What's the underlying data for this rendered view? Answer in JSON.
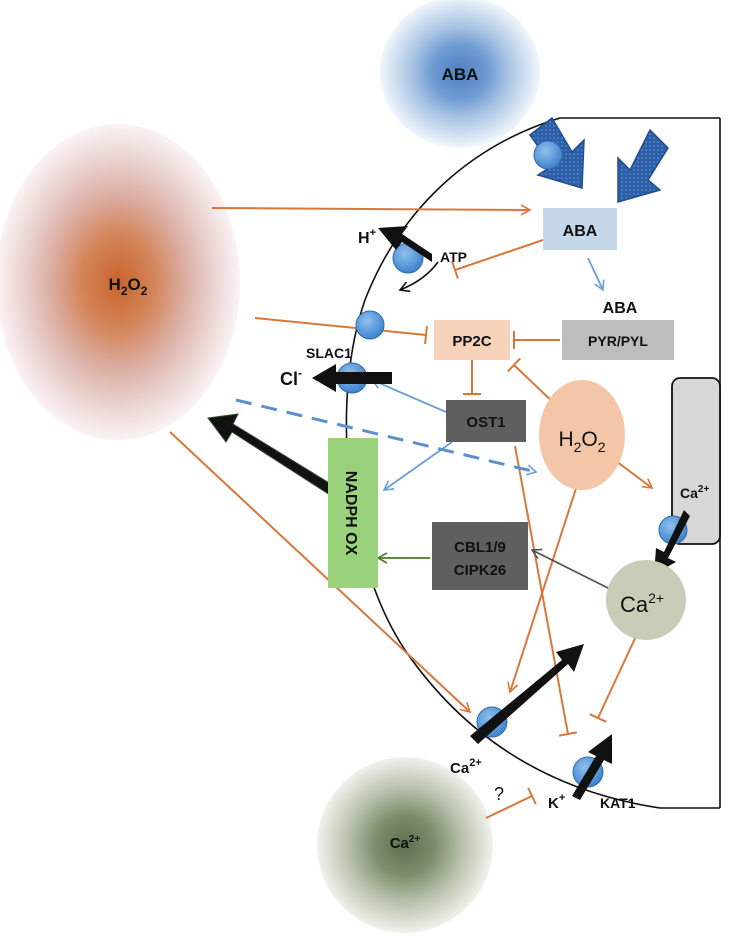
{
  "diagram": {
    "aba_source": {
      "label": "ABA"
    },
    "h2o2_source": {
      "label": "H",
      "sub": "2",
      "mid": "O",
      "sub2": "2"
    },
    "ca_source": {
      "label": "Ca",
      "sup": "2+"
    },
    "aba_box": {
      "label": "ABA"
    },
    "aba_receptor": {
      "top": "ABA",
      "label": "PYR/PYL"
    },
    "pp2c": {
      "label": "PP2C"
    },
    "ost1": {
      "label": "OST1"
    },
    "nadph": {
      "label": "NADPH OX"
    },
    "cbl": {
      "line1": "CBL1/9",
      "line2": "CIPK26"
    },
    "h2o2_cell": {
      "label": "H",
      "sub": "2",
      "mid": "O",
      "sub2": "2"
    },
    "ca_cell": {
      "label": "Ca",
      "sup": "2+"
    },
    "ca_vacuole": {
      "label": "Ca",
      "sup": "2+"
    },
    "ion_h": {
      "label": "H",
      "sup": "+"
    },
    "atp": {
      "label": "ATP"
    },
    "slac1": {
      "label": "SLAC1"
    },
    "ion_cl": {
      "label": "Cl",
      "sup": "-"
    },
    "ion_ca_channel": {
      "label": "Ca",
      "sup": "2+"
    },
    "question": {
      "label": "?"
    },
    "ion_k": {
      "label": "K",
      "sup": "+"
    },
    "kat1": {
      "label": "KAT1"
    },
    "colors": {
      "orange_line": "#d9773a",
      "blue_line": "#6a9fd4",
      "blue_dash": "#5a8fd0",
      "green_line": "#4d7a2a",
      "grey_line": "#555555",
      "aba_box": "#c5d8ea",
      "pp2c_box": "#f7d2bb",
      "dark_box": "#5f5f5f",
      "light_box": "#bdbdbd",
      "nadph_box": "#99d27a",
      "h2o2_cell": "#f3c6a8",
      "ca_cell": "#c9cdb7"
    }
  }
}
